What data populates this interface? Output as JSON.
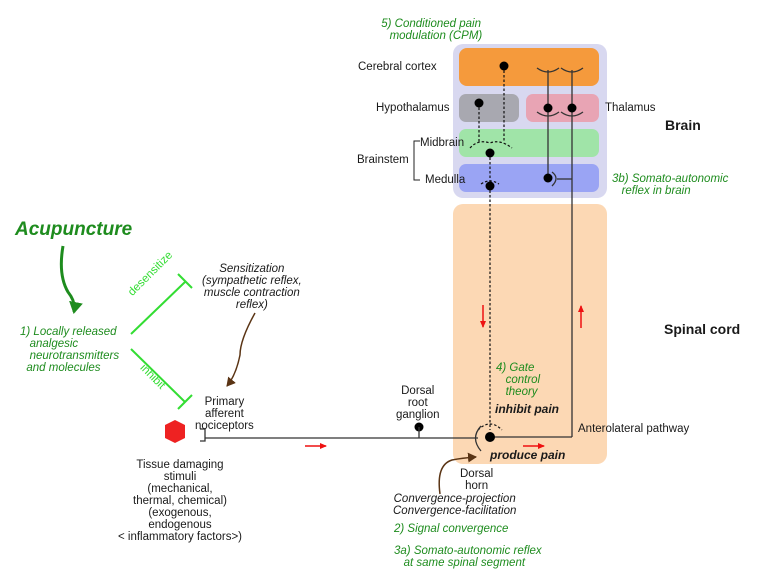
{
  "title_acupuncture": "Acupuncture",
  "regions": {
    "brain": "Brain",
    "spinal_cord": "Spinal cord",
    "cerebral_cortex": "Cerebral cortex",
    "hypothalamus": "Hypothalamus",
    "thalamus": "Thalamus",
    "midbrain": "Midbrain",
    "brainstem": "Brainstem",
    "medulla": "Medulla"
  },
  "region_colors": {
    "brain_bg": "#d8d8f0",
    "cerebral_cortex": "#f59a3c",
    "hypothalamus": "#a8a8b0",
    "thalamus": "#e8a4b4",
    "midbrain": "#a0e4a8",
    "medulla": "#9aa4f4",
    "spinal_cord": "#fcd8b4"
  },
  "mechanisms": {
    "m1": "1) Locally released\n   analgesic\n   neurotransmitters\n  and molecules",
    "m2": "2) Signal convergence",
    "m3a": "3a) Somato-autonomic reflex\n   at same spinal segment",
    "m3b": "3b) Somato-autonomic\n   reflex in brain",
    "m4": "4) Gate\n   control\n   theory",
    "m5": "5) Conditioned pain\n   modulation (CPM)"
  },
  "actions": {
    "desensitize": "desensitize",
    "inhibit": "inhibit",
    "inhibit_pain": "inhibit pain",
    "produce_pain": "produce pain"
  },
  "labels": {
    "sensitization": "Sensitization\n(sympathetic reflex,\nmuscle contraction\nreflex)",
    "primary_afferent": "Primary\nafferent\nnociceptors",
    "tissue_damaging": "Tissue damaging\nstimuli\n(mechanical,\nthermal, chemical)\n(exogenous,\nendogenous\n< inflammatory factors>)",
    "dorsal_root_ganglion": "Dorsal\nroot\nganglion",
    "dorsal_horn": "Dorsal\nhorn",
    "convergence": "Convergence-projection\nConvergence-facilitation",
    "anterolateral": "Anterolateral pathway"
  },
  "colors": {
    "green_text": "#1e8c1e",
    "bright_green": "#33dd33",
    "arrow_red": "#ee1111",
    "stimulus_red": "#ee2222",
    "brown_arrow": "#5a3414"
  }
}
